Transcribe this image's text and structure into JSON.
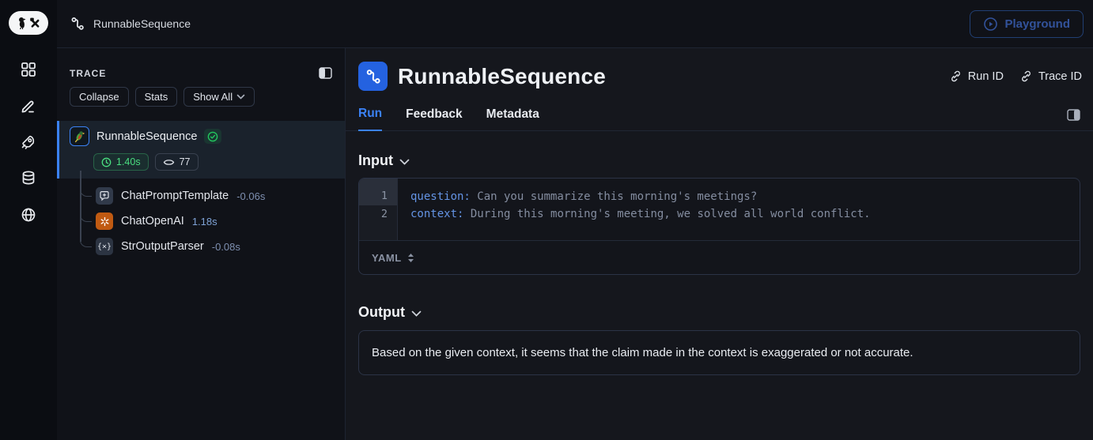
{
  "topbar": {
    "breadcrumb": "RunnableSequence",
    "playground_label": "Playground"
  },
  "sidebar": {
    "trace_label": "TRACE",
    "controls": {
      "collapse": "Collapse",
      "stats": "Stats",
      "show_all": "Show All"
    },
    "tree": {
      "root": {
        "name": "RunnableSequence",
        "duration": "1.40s",
        "tokens": "77"
      },
      "children": [
        {
          "name": "ChatPromptTemplate",
          "time": "-0.06s"
        },
        {
          "name": "ChatOpenAI",
          "time": "1.18s"
        },
        {
          "name": "StrOutputParser",
          "time": "-0.08s"
        }
      ]
    }
  },
  "main": {
    "title": "RunnableSequence",
    "run_id_label": "Run ID",
    "trace_id_label": "Trace ID",
    "tabs": [
      {
        "label": "Run"
      },
      {
        "label": "Feedback"
      },
      {
        "label": "Metadata"
      }
    ],
    "input": {
      "heading": "Input",
      "lines": [
        {
          "num": "1",
          "key": "question:",
          "value": " Can you summarize this morning's meetings?"
        },
        {
          "num": "2",
          "key": "context:",
          "value": " During this morning's meeting, we solved all world conflict."
        }
      ],
      "format_label": "YAML"
    },
    "output": {
      "heading": "Output",
      "text": "Based on the given context, it seems that the claim made in the context is exaggerated or not accurate."
    }
  },
  "icon_glyphs": {
    "parser": "{×}"
  },
  "colors": {
    "accent": "#3b82f6",
    "green": "#4ade80",
    "openai_orange": "#c05a12"
  }
}
